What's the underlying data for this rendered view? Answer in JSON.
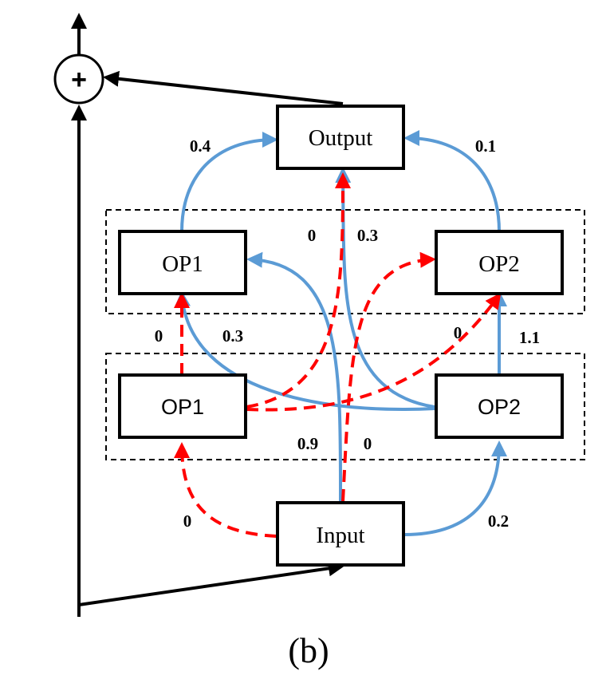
{
  "nodes": {
    "output": "Output",
    "upper_op1": "OP1",
    "upper_op2": "OP2",
    "lower_op1": "OP1",
    "lower_op2": "OP2",
    "input": "Input"
  },
  "sum_symbol": "+",
  "caption": "(b)",
  "weights": {
    "upper_op1_to_output": "0.4",
    "upper_op2_to_output": "0.1",
    "lower_op1_to_output": "0",
    "lower_op2_to_output": "0.3",
    "lower_op1_to_upper_op1": "0",
    "lower_op2_to_upper_op1": "0.3",
    "lower_op1_to_upper_op2": "0",
    "lower_op2_to_upper_op2": "1.1",
    "input_to_upper_op1": "0.9",
    "input_to_upper_op2": "0",
    "input_to_lower_op1": "0",
    "input_to_lower_op2": "0.2"
  },
  "colors": {
    "active_edge": "#5b9bd5",
    "zero_edge": "#ff0000",
    "skip_edge": "#000000"
  }
}
